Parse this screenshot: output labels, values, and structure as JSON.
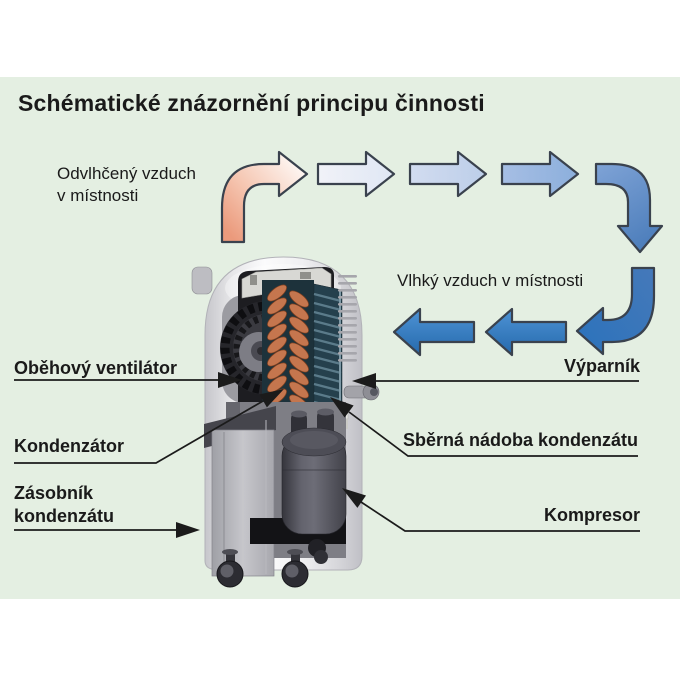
{
  "title": "Schématické znázornění principu činnosti",
  "labels": {
    "dry_air_line1": "Odvlhčený vzduch",
    "dry_air_line2": "v místnosti",
    "humid_air": "Vlhký vzduch v místnosti",
    "fan": "Oběhový ventilátor",
    "evaporator": "Výparník",
    "condenser": "Kondenzátor",
    "collection_container": "Sběrná nádoba kondenzátu",
    "tank_line1": "Zásobník",
    "tank_line2": "kondenzátu",
    "compressor": "Kompresor"
  },
  "icons": {
    "warm_air_arrow": "curved-arrow-up-right",
    "cool_air_arrows": "right-arrow-sequence",
    "return_air_arrows": "down-left-arrow-sequence",
    "pointer_arrows": "thin-black-pointer-arrows"
  },
  "colors": {
    "panel_background": "#e4efe2",
    "page_background": "#ffffff",
    "text": "#1a1a1a",
    "warm_air": "#efa083",
    "cool_air_light": "#e8edf8",
    "cool_air_medium": "#9cb9e2",
    "cool_air_strong": "#2f7cc5",
    "arrow_outline": "#3a424e",
    "device_shell": "#ededef",
    "copper_coil": "#c5764e",
    "evaporator_fins": "#25404d"
  }
}
